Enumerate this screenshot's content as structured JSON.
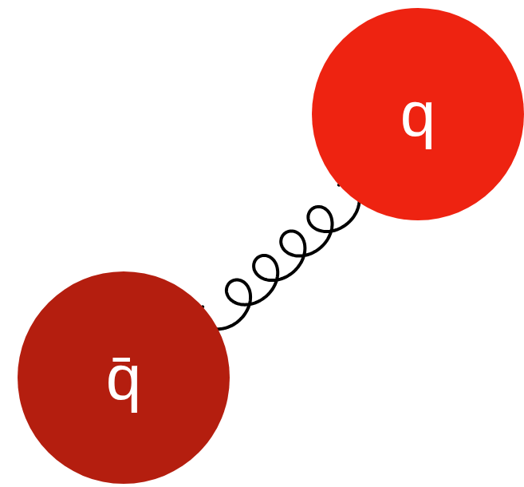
{
  "diagram": {
    "nodes": [
      {
        "text": [
          "q"
        ]
      },
      {
        "text": [
          "q̄"
        ]
      }
    ],
    "edges": [
      {
        "from": 1,
        "to": 0,
        "arrow": "none"
      }
    ]
  }
}
